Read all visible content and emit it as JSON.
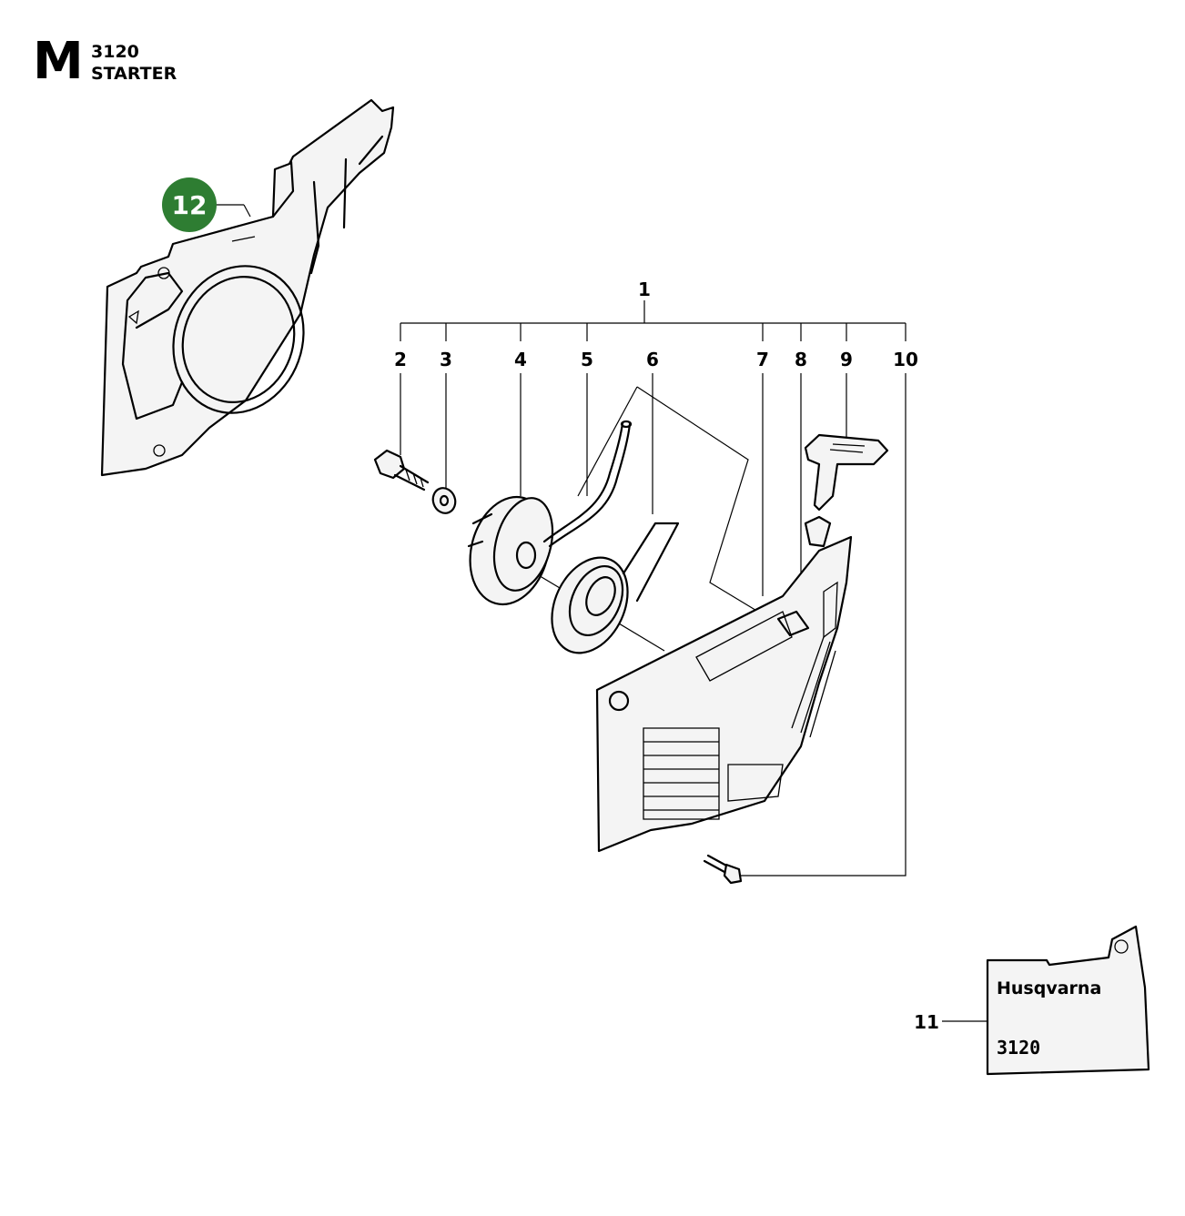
{
  "header": {
    "section_letter": "M",
    "model": "3120",
    "title": "STARTER"
  },
  "callouts": {
    "c1": "1",
    "c2": "2",
    "c3": "3",
    "c4": "4",
    "c5": "5",
    "c6": "6",
    "c7": "7",
    "c8": "8",
    "c9": "9",
    "c10": "10",
    "c11": "11",
    "c12": "12"
  },
  "decal": {
    "brand": "Husqvarna",
    "model": "3120"
  },
  "colors": {
    "badge_green": "#2e7d32",
    "badge_text": "#ffffff",
    "line": "#000000"
  }
}
